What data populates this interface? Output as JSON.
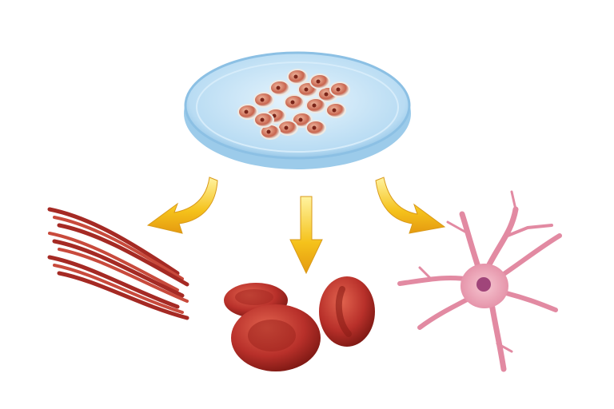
{
  "diagram": {
    "nodes": [
      {
        "id": "petri-dish",
        "icon": "petri-dish-with-stem-cells"
      },
      {
        "id": "muscle",
        "icon": "muscle-fibers"
      },
      {
        "id": "blood",
        "icon": "red-blood-cells"
      },
      {
        "id": "neuron",
        "icon": "nerve-cell"
      }
    ],
    "edges": [
      {
        "from": "petri-dish",
        "to": "muscle"
      },
      {
        "from": "petri-dish",
        "to": "blood"
      },
      {
        "from": "petri-dish",
        "to": "neuron"
      }
    ],
    "colors": {
      "dish": "#bfe0f5",
      "cells": "#c8654f",
      "arrow": "#f5c21b",
      "muscle": "#b3302a",
      "blood": "#c0342a",
      "neuron": "#e79ab0",
      "nucleus": "#a0457a"
    }
  }
}
